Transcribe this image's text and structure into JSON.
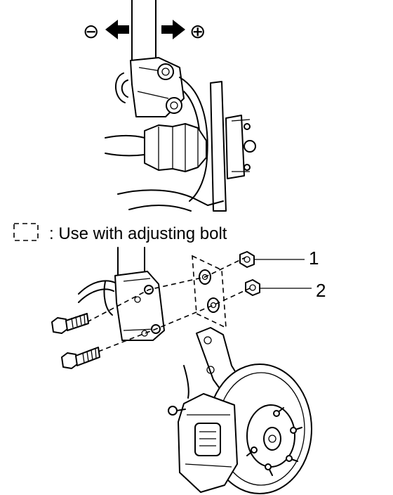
{
  "top_view": {
    "minus_symbol": "⊖",
    "plus_symbol": "⊕"
  },
  "legend": {
    "text": ": Use with adjusting bolt"
  },
  "callouts": [
    {
      "label": "1"
    },
    {
      "label": "2"
    }
  ]
}
